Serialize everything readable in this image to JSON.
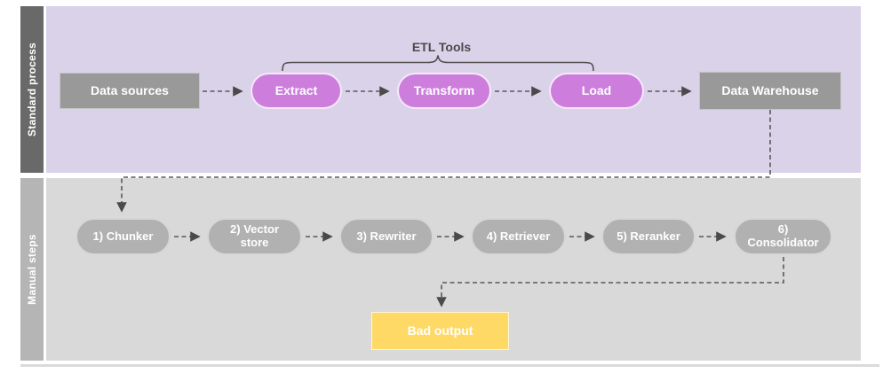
{
  "diagram": {
    "lanes": [
      {
        "label": "Standard process"
      },
      {
        "label": "Manual steps"
      }
    ],
    "etl_group_label": "ETL Tools",
    "standard_nodes": [
      {
        "id": "data-sources",
        "label": "Data sources",
        "shape": "rect"
      },
      {
        "id": "extract",
        "label": "Extract",
        "shape": "pill"
      },
      {
        "id": "transform",
        "label": "Transform",
        "shape": "pill"
      },
      {
        "id": "load",
        "label": "Load",
        "shape": "pill"
      },
      {
        "id": "data-warehouse",
        "label": "Data Warehouse",
        "shape": "rect"
      }
    ],
    "manual_nodes": [
      {
        "id": "chunker",
        "label": "1) Chunker"
      },
      {
        "id": "vector-store",
        "label": "2) Vector store"
      },
      {
        "id": "rewriter",
        "label": "3) Rewriter"
      },
      {
        "id": "retriever",
        "label": "4) Retriever"
      },
      {
        "id": "reranker",
        "label": "5) Reranker"
      },
      {
        "id": "consolidator",
        "label": "6) Consolidator"
      }
    ],
    "output_node": {
      "id": "bad-output",
      "label": "Bad output"
    },
    "flow": [
      "Data sources → Extract → Transform → Load → Data Warehouse",
      "Data Warehouse → 1) Chunker",
      "1) Chunker → 2) Vector store → 3) Rewriter → 4) Retriever → 5) Reranker → 6) Consolidator",
      "6) Consolidator → Bad output"
    ],
    "colors": {
      "lane1_bg": "#d9d2e9",
      "lane1_bar": "#696969",
      "lane2_bg": "#d9d9d9",
      "lane2_bar": "#b5b5b5",
      "etl_pill": "#cd7edd",
      "gray_box": "#999999",
      "gray_pill": "#b1b1b1",
      "bad_output_box": "#ffd966",
      "connector": "#595959"
    }
  }
}
